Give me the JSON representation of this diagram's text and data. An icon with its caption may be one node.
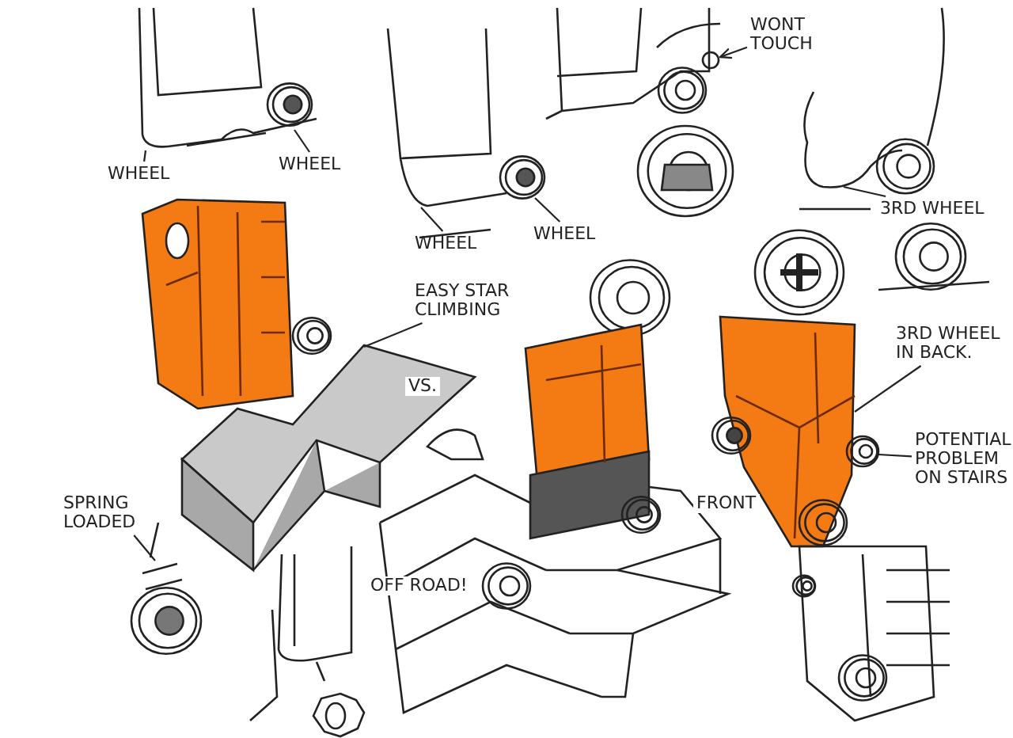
{
  "diagram": {
    "nodes": [
      {
        "text": [
          "WHEEL"
        ]
      },
      {
        "text": [
          "WHEEL"
        ]
      },
      {
        "text": [
          "WHEEL"
        ]
      },
      {
        "text": [
          "WHEEL"
        ]
      },
      {
        "text": [
          "WONT TOUCH"
        ]
      },
      {
        "text": [
          "3RD WHEEL"
        ]
      },
      {
        "text": [
          "EASY STAR CLIMBING"
        ]
      },
      {
        "text": [
          "3RD WHEEL IN BACK."
        ]
      },
      {
        "text": [
          "POTENTIAL PROBLEM ON STAIRS"
        ]
      },
      {
        "text": [
          "SPRING LOADED"
        ]
      },
      {
        "text": [],
        "shape": "picture"
      },
      {
        "text": [],
        "shape": "picture"
      },
      {
        "text": [],
        "shape": "picture"
      },
      {
        "text": [],
        "shape": "picture"
      },
      {
        "text": [],
        "shape": "picture"
      },
      {
        "text": [],
        "shape": "picture"
      },
      {
        "text": [],
        "shape": "picture"
      }
    ],
    "edges": [
      {
        "from": 0,
        "to": 10,
        "arrow": "none"
      },
      {
        "from": 1,
        "to": 10,
        "arrow": "none"
      },
      {
        "from": 2,
        "to": 11,
        "arrow": "none"
      },
      {
        "from": 3,
        "to": 11,
        "arrow": "none"
      },
      {
        "from": 4,
        "to": 12,
        "arrow": "to"
      },
      {
        "from": 5,
        "to": 13,
        "arrow": "none"
      },
      {
        "from": 6,
        "to": 14,
        "arrow": "none"
      },
      {
        "from": 7,
        "to": 15,
        "arrow": "none"
      },
      {
        "from": 8,
        "to": 15,
        "arrow": "none"
      },
      {
        "from": 9,
        "to": 16,
        "arrow": "none"
      }
    ],
    "labels": [
      "VS.",
      "FRONT",
      "OFF ROAD!"
    ]
  }
}
